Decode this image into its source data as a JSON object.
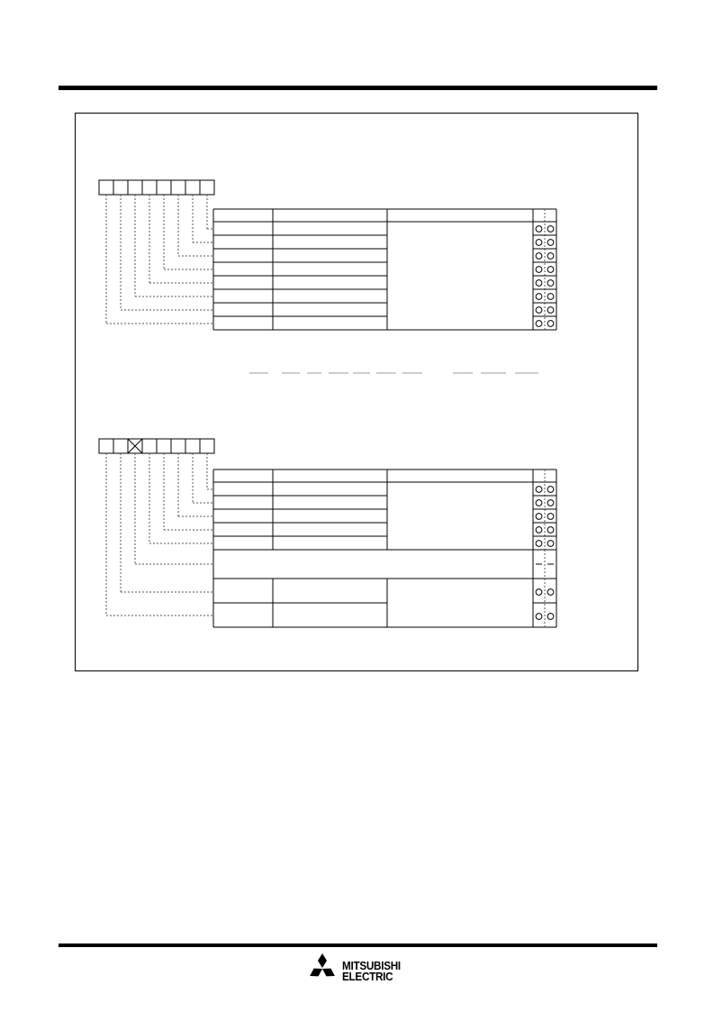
{
  "footer": {
    "brand_line1": "MITSUBISHI",
    "brand_line2": "ELECTRIC"
  },
  "figure_top": {
    "bit_count": 8,
    "rows": 8,
    "readwrite_marks": "circle-circle"
  },
  "figure_bottom": {
    "bit_count": 8,
    "crossed_bit": 3,
    "upper_rows": 5,
    "spanning_row_marks": "dash-dash",
    "lower_rows": 2,
    "readwrite_marks": "circle-circle"
  },
  "icons": {
    "logo": "mitsubishi-three-diamonds-icon",
    "rw_mark": "circle-icon",
    "unused_bit": "x-cross-icon"
  },
  "colors": {
    "ink": "#000000",
    "leader": "#555555"
  }
}
